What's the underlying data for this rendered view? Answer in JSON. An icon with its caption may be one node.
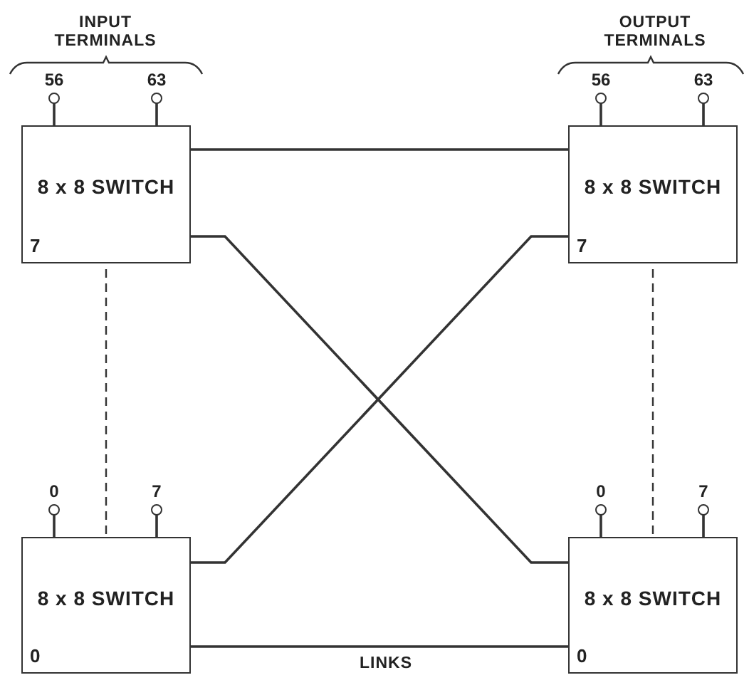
{
  "diagram": {
    "nodes": [
      {
        "text": [],
        "shape": "circle",
        "beside": [
          "56"
        ]
      },
      {
        "text": [],
        "shape": "circle",
        "beside": [
          "63"
        ]
      },
      {
        "text": [],
        "shape": "circle",
        "beside": [
          "56"
        ]
      },
      {
        "text": [],
        "shape": "circle",
        "beside": [
          "63"
        ]
      },
      {
        "text": [
          "8 x 8 SWITCH",
          "7"
        ]
      },
      {
        "text": [
          "8 x 8 SWITCH",
          "7"
        ]
      },
      {
        "text": [],
        "shape": "circle",
        "beside": [
          "0"
        ]
      },
      {
        "text": [],
        "shape": "circle",
        "beside": [
          "7"
        ]
      },
      {
        "text": [],
        "shape": "circle",
        "beside": [
          "0"
        ]
      },
      {
        "text": [],
        "shape": "circle",
        "beside": [
          "7"
        ]
      },
      {
        "text": [
          "8 x 8 SWITCH",
          "0"
        ]
      },
      {
        "text": [
          "8 x 8 SWITCH",
          "0"
        ]
      }
    ],
    "edges": [
      {
        "from": 0,
        "to": 4,
        "arrow": "none"
      },
      {
        "from": 1,
        "to": 4,
        "arrow": "none"
      },
      {
        "from": 2,
        "to": 5,
        "arrow": "none"
      },
      {
        "from": 3,
        "to": 5,
        "arrow": "none"
      },
      {
        "from": 6,
        "to": 10,
        "arrow": "none"
      },
      {
        "from": 7,
        "to": 10,
        "arrow": "none"
      },
      {
        "from": 8,
        "to": 11,
        "arrow": "none"
      },
      {
        "from": 9,
        "to": 11,
        "arrow": "none"
      },
      {
        "from": 4,
        "to": 5,
        "arrow": "none"
      },
      {
        "from": 4,
        "to": 11,
        "arrow": "none"
      },
      {
        "from": 10,
        "to": 5,
        "arrow": "none"
      },
      {
        "from": 10,
        "to": 11,
        "arrow": "none"
      },
      {
        "from": 4,
        "to": 10,
        "arrow": "none",
        "style": "dashed"
      },
      {
        "from": 5,
        "to": 11,
        "arrow": "none",
        "style": "dashed"
      }
    ],
    "labels": [
      "INPUT TERMINALS",
      "OUTPUT TERMINALS",
      "LINKS"
    ]
  }
}
